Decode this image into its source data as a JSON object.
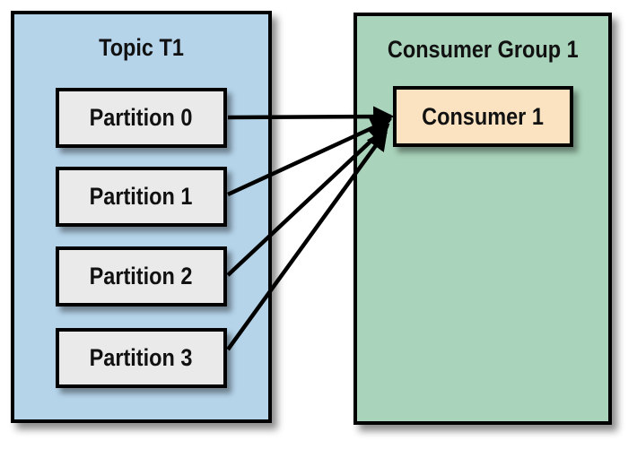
{
  "topic": {
    "title": "Topic T1",
    "partitions": [
      {
        "label": "Partition 0"
      },
      {
        "label": "Partition 1"
      },
      {
        "label": "Partition 2"
      },
      {
        "label": "Partition 3"
      }
    ]
  },
  "consumer_group": {
    "title": "Consumer Group 1",
    "consumers": [
      {
        "label": "Consumer 1"
      }
    ]
  },
  "icons": {
    "arrow": "arrowhead-right"
  },
  "colors": {
    "topic-fill": "#b5d4ea",
    "group-fill": "#a9d3ba",
    "partition-fill": "#eaeaea",
    "consumer-fill": "#fbe3c1",
    "line": "#000000",
    "background": "#ffffff"
  }
}
